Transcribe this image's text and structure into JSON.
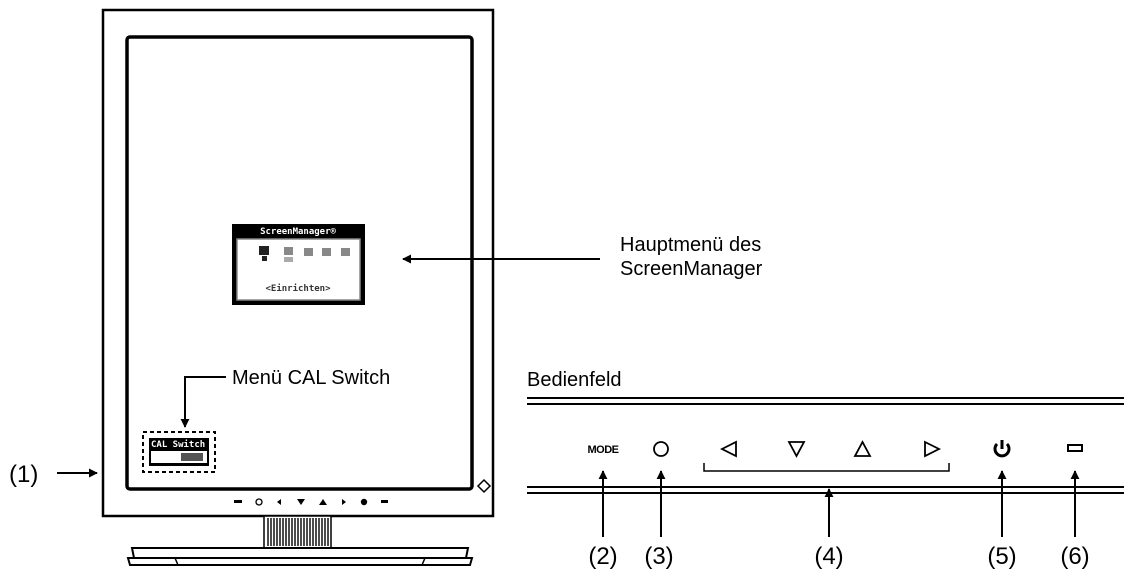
{
  "callouts": {
    "hauptmenu_line1": "Hauptmenü des",
    "hauptmenu_line2": "ScreenManager",
    "cal_switch_menu": "Menü CAL Switch",
    "bedienfeld": "Bedienfeld"
  },
  "screen_menu": {
    "title": "ScreenManager®",
    "selection": "<Einrichten>"
  },
  "cal_menu": {
    "title": "CAL Switch"
  },
  "control_panel": {
    "mode_label": "MODE"
  },
  "markers": {
    "m1": "(1)",
    "m2": "(2)",
    "m3": "(3)",
    "m4": "(4)",
    "m5": "(5)",
    "m6": "(6)"
  }
}
